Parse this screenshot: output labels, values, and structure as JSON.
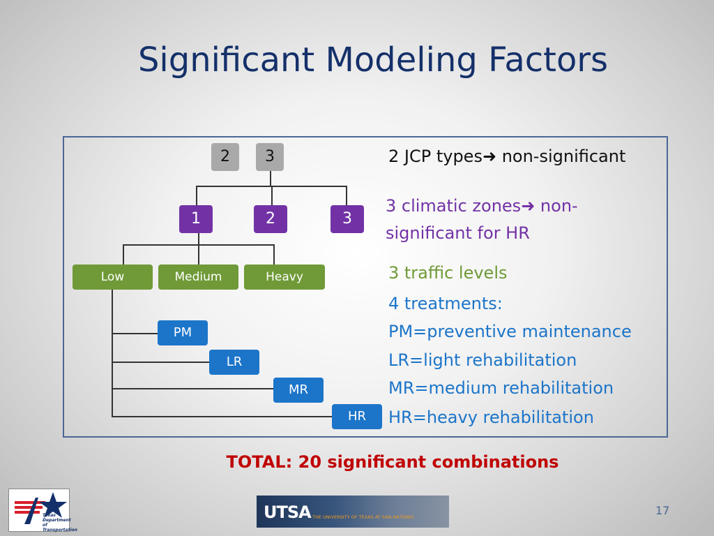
{
  "slide": {
    "title": "Significant Modeling Factors",
    "page_number": "17",
    "total": "TOTAL: 20 significant combinations"
  },
  "tree": {
    "jcp_types": [
      "2",
      "3"
    ],
    "climatic_zones": [
      "1",
      "2",
      "3"
    ],
    "traffic_levels": [
      "Low",
      "Medium",
      "Heavy"
    ],
    "treatments": [
      "PM",
      "LR",
      "MR",
      "HR"
    ]
  },
  "notes": {
    "jcp_text": "2 JCP types",
    "jcp_result": " non-significant",
    "zones_text": "3 climatic zones",
    "zones_result_1": " non-",
    "zones_result_2": "significant for HR",
    "traffic_text": "3 traffic levels",
    "treatments_heading": "4 treatments:",
    "definitions": [
      "PM=preventive maintenance",
      "LR=light rehabilitation",
      "MR=medium rehabilitation",
      "HR=heavy rehabilitation"
    ]
  },
  "logos": {
    "txdot_text": "Texas\nDepartment\nof Transportation",
    "utsa_word": "UTSA",
    "utsa_sub": "THE UNIVERSITY OF TEXAS AT SAN ANTONIO"
  },
  "colors": {
    "title": "#14306a",
    "jcp": "#a9a9a9",
    "zone": "#7232a6",
    "traffic": "#6f9a37",
    "treatment": "#1c75c9",
    "total": "#c00000"
  }
}
